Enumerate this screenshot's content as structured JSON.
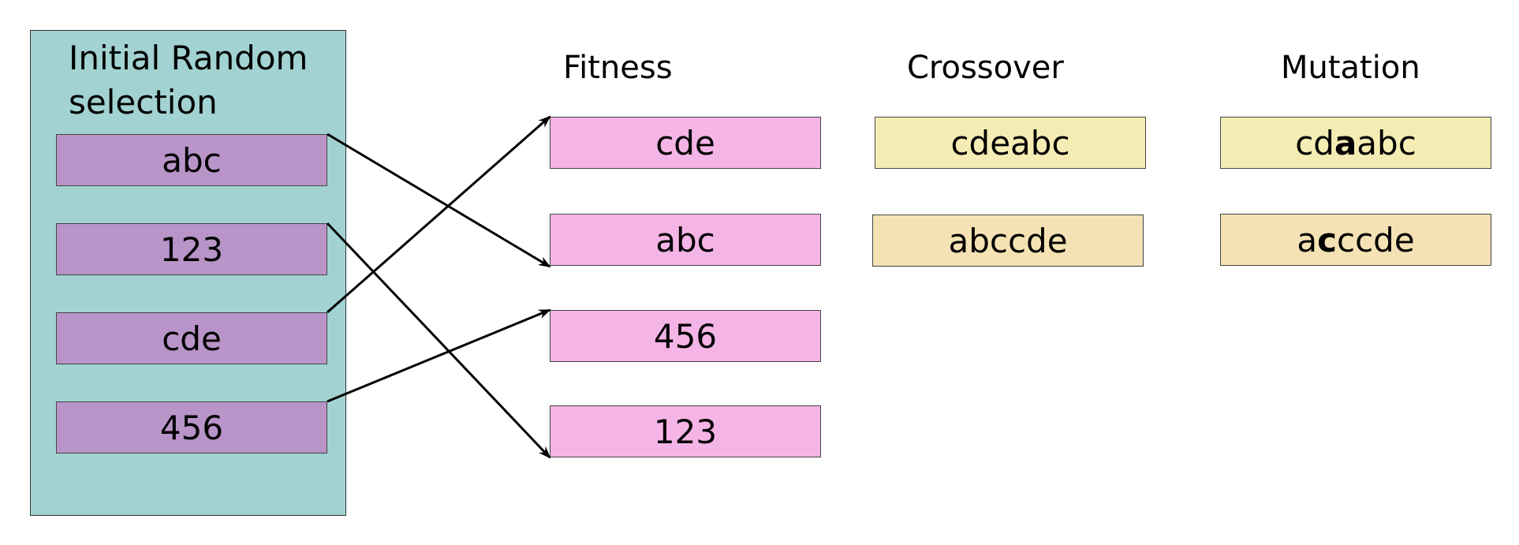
{
  "initial": {
    "title_line1": "Initial Random",
    "title_line2": "selection",
    "items": [
      "abc",
      "123",
      "cde",
      "456"
    ]
  },
  "fitness": {
    "title": "Fitness",
    "items": [
      "cde",
      "abc",
      "456",
      "123"
    ]
  },
  "crossover": {
    "title": "Crossover",
    "items": [
      "cdeabc",
      "abccde"
    ]
  },
  "mutation": {
    "title": "Mutation",
    "item1": {
      "pre": "cd",
      "bold": "a",
      "post": "abc"
    },
    "item2": {
      "pre": "a",
      "bold": "c",
      "post": "ccde"
    }
  },
  "colors": {
    "panel": "#a2d2d2",
    "initial_box": "#b894c8",
    "fitness_box": "#f5b4e6",
    "crossover_box_1": "#f5ecb4",
    "crossover_box_2": "#f5e2b4"
  }
}
